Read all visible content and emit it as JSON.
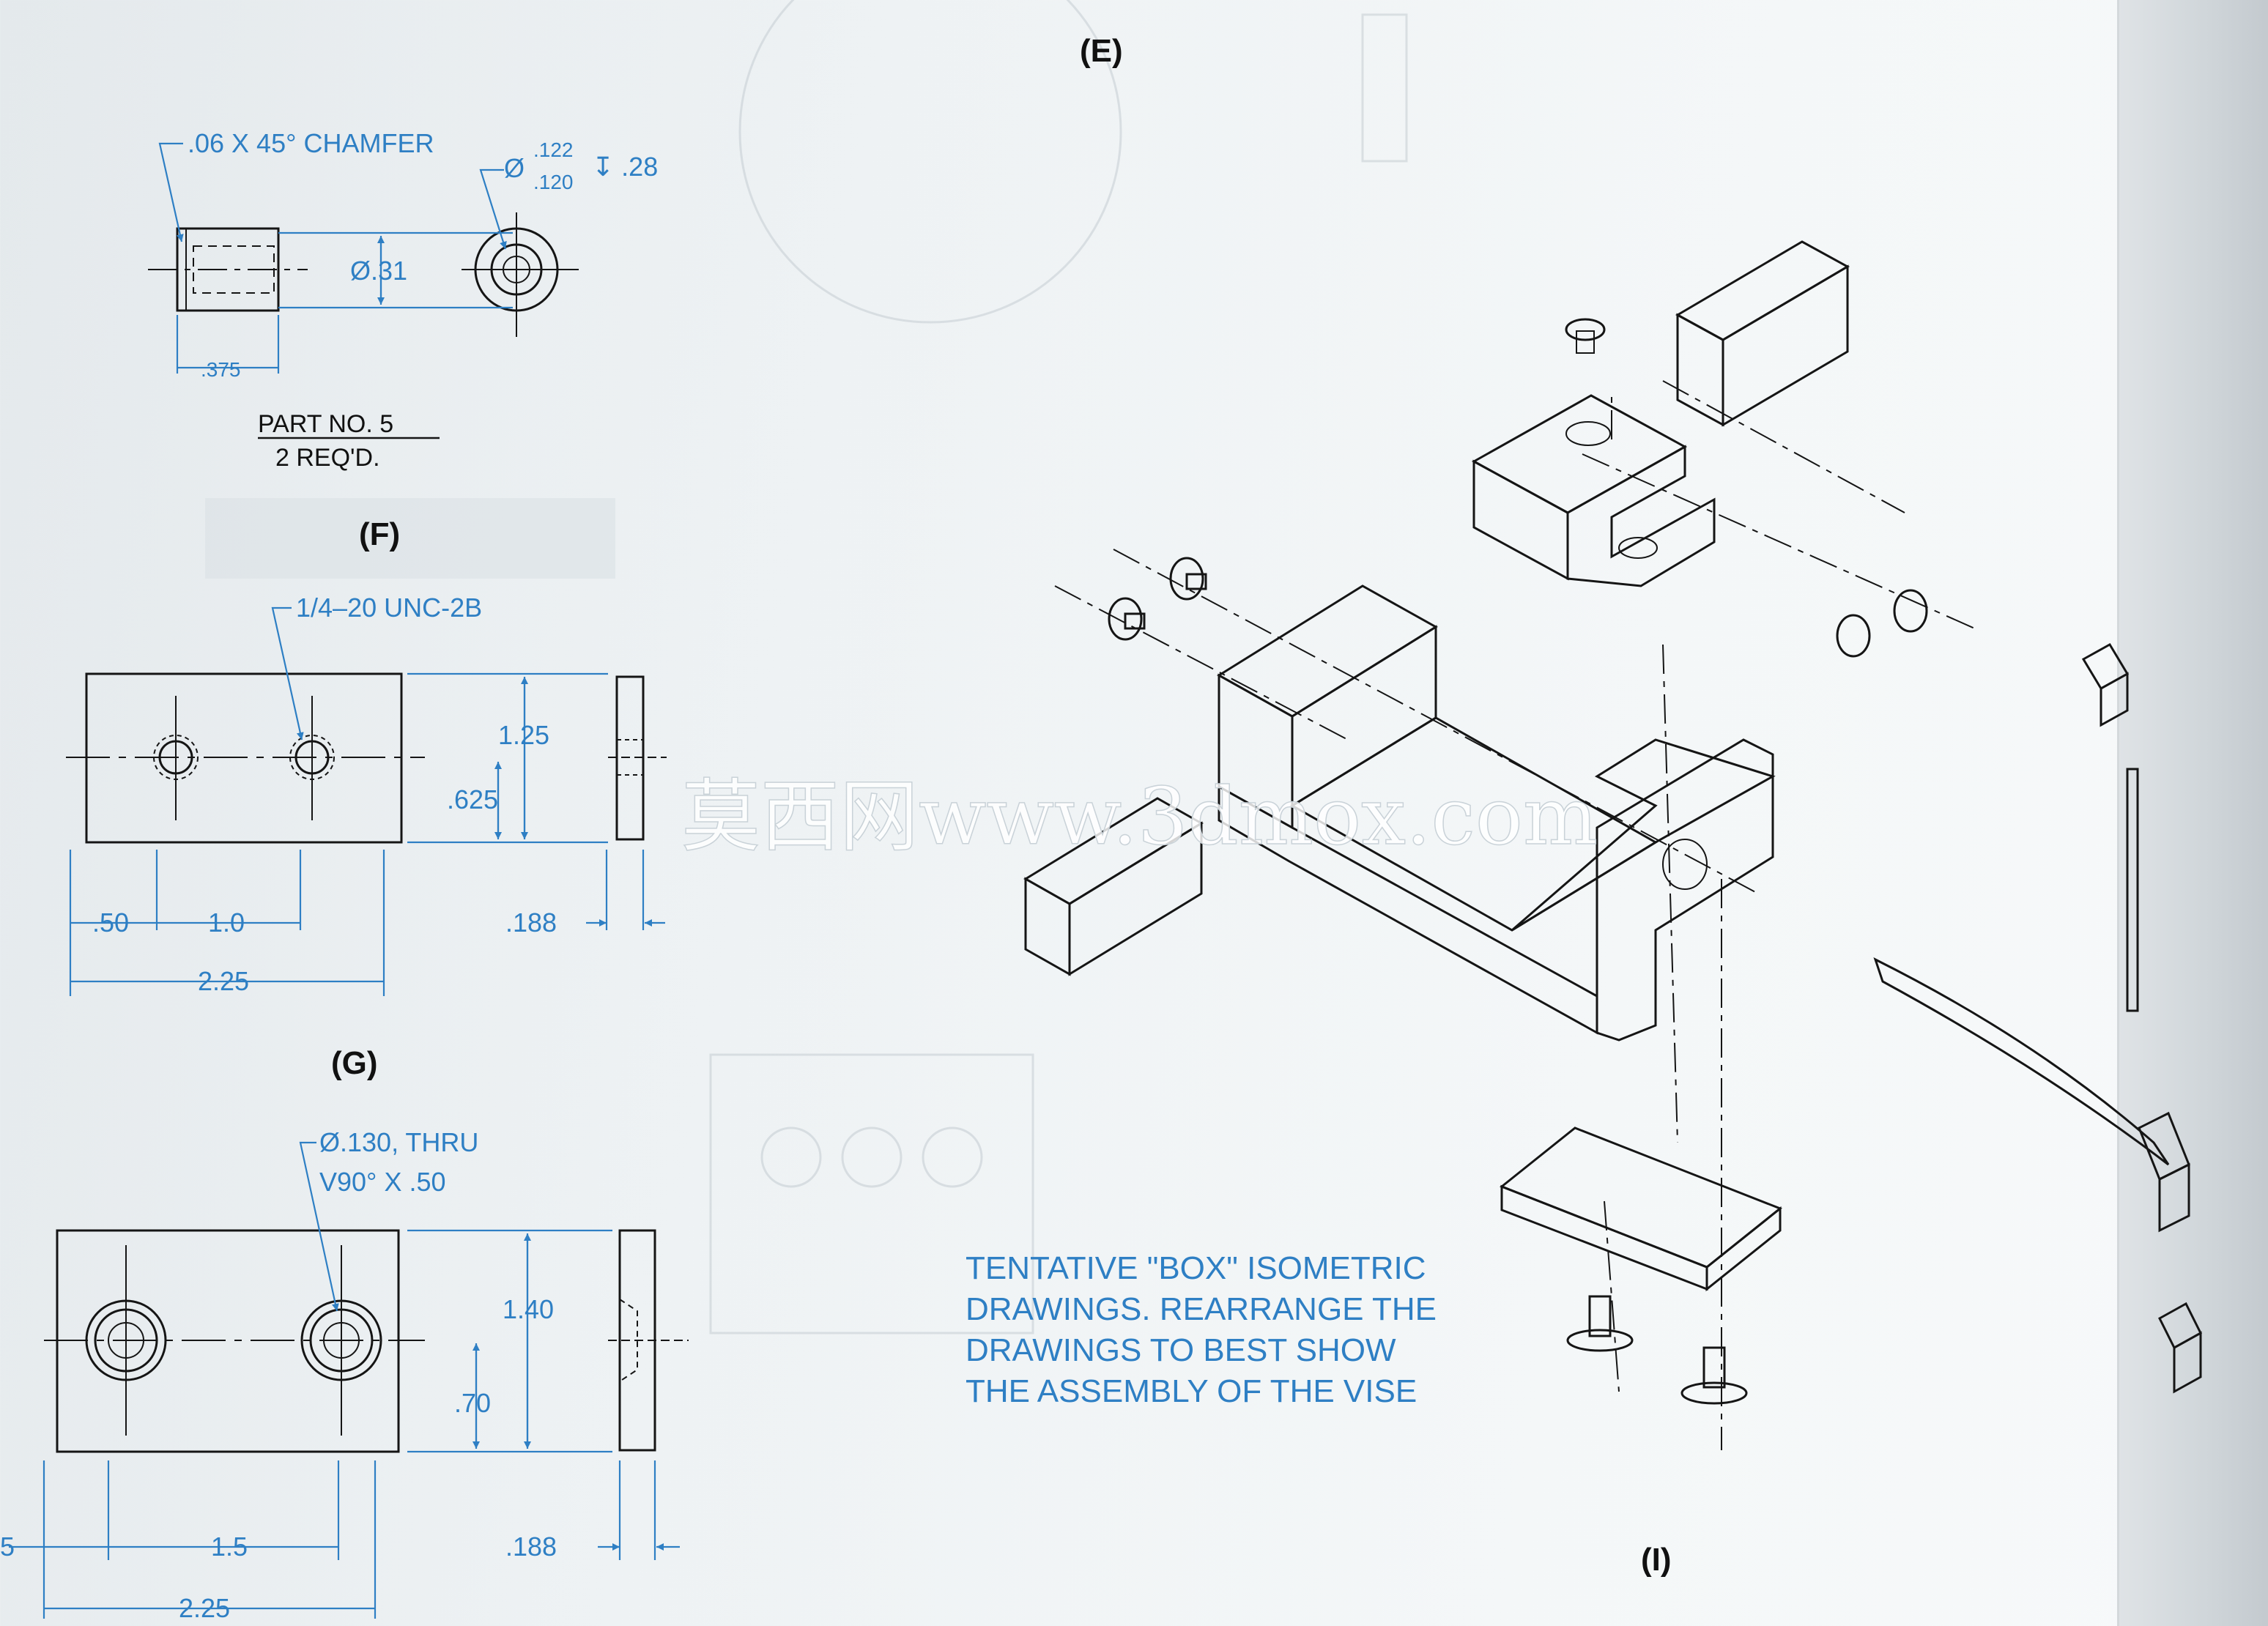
{
  "labels": {
    "e": "(E)",
    "f": "(F)",
    "g": "(G)",
    "i": "(I)"
  },
  "part_e": {
    "chamfer_note": ".06 X 45° CHAMFER",
    "hole_dia_symbol": "Ø",
    "hole_tol_upper": ".122",
    "hole_tol_lower": ".120",
    "hole_depth": "↧ .28",
    "body_dia": "Ø.31",
    "length": ".375",
    "part_no": "PART NO. 5",
    "qty": "2 REQ'D."
  },
  "part_g": {
    "thread_note": "1/4–20 UNC-2B",
    "height": "1.25",
    "center_height": ".625",
    "edge_offset": ".50",
    "hole_spacing": "1.0",
    "width": "2.25",
    "thickness": ".188"
  },
  "part_h": {
    "hole_note_line1": "Ø.130, THRU",
    "hole_note_line2": "V90° X .50",
    "height": "1.40",
    "center_height": ".70",
    "edge_offset": "5",
    "hole_spacing": "1.5",
    "width": "2.25",
    "thickness": ".188"
  },
  "assembly_note": [
    "TENTATIVE \"BOX\" ISOMETRIC",
    "DRAWINGS. REARRANGE THE",
    "DRAWINGS TO BEST SHOW",
    "THE ASSEMBLY OF THE VISE"
  ],
  "watermark": "莫西网www.3dmox.com",
  "colors": {
    "dimension": "#2e7fc4",
    "linework": "#151515",
    "paper": "#eef2f4"
  }
}
